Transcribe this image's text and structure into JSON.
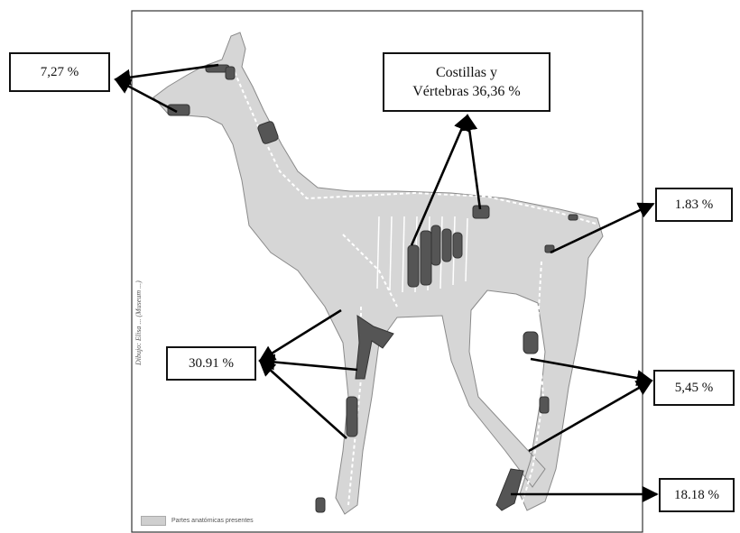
{
  "labels": {
    "head": "7,27 %",
    "ribs_line1": "Costillas y",
    "ribs_line2": "Vértebras 36,36 %",
    "pelvis": "1.83 %",
    "forelimb": "30.91 %",
    "hindlimb": "5,45 %",
    "hind_foot": "18.18 %"
  },
  "credit": "Dibujo: Elisa ... (Museum ...)",
  "legend": {
    "text": "Partes anatómicas presentes"
  },
  "colors": {
    "body_fill": "#d6d6d6",
    "bone_line": "#ffffff",
    "bone_highlight": "#555555",
    "frame": "#333333",
    "arrow": "#000000"
  }
}
